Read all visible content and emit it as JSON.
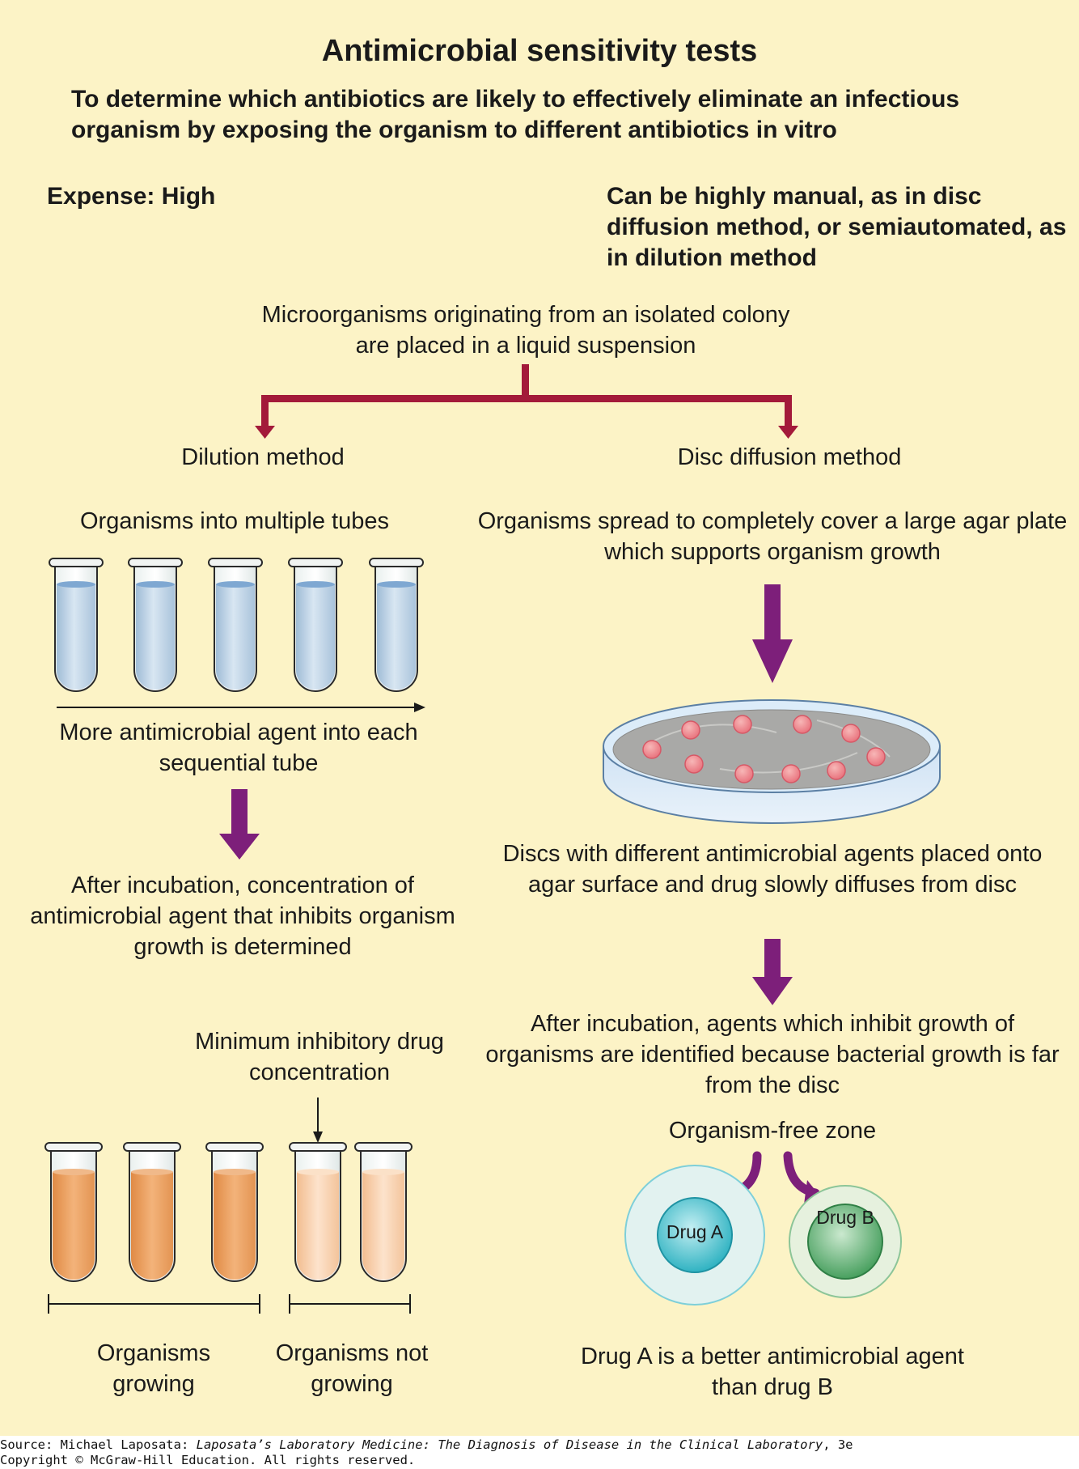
{
  "title": "Antimicrobial sensitivity tests",
  "subtitle": "To determine which antibiotics are likely to effectively eliminate an infectious organism by exposing the organism to different antibiotics in vitro",
  "expense": "Expense: High",
  "automation": "Can be highly manual, as in disc diffusion method, or semiautomated, as in dilution method",
  "start": "Microorganisms originating from an isolated colony are placed in a liquid suspension",
  "dilution": {
    "label": "Dilution method",
    "step1": "Organisms into multiple tubes",
    "step2": "More antimicrobial agent into each sequential tube",
    "step3": "After incubation, concentration of antimicrobial agent that inhibits organism growth is determined",
    "mic_label": "Minimum inhibitory drug concentration",
    "growing": "Organisms growing",
    "not_growing": "Organisms not growing"
  },
  "disc": {
    "label": "Disc diffusion method",
    "step1": "Organisms spread to completely cover a large agar plate which supports organism growth",
    "step3": "Discs with different antimicrobial agents placed onto agar surface and drug slowly diffuses from disc",
    "step4": "After incubation, agents which inhibit growth of organisms are identified because bacterial growth is far from the disc",
    "zone_label": "Organism-free zone",
    "drug_a": "Drug A",
    "drug_b": "Drug B",
    "conclusion": "Drug A is a better antimicrobial agent than drug B"
  },
  "footer": {
    "source_prefix": "Source: Michael Laposata: ",
    "source_title": "Laposata’s Laboratory Medicine: The Diagnosis of Disease in the Clinical Laboratory",
    "source_suffix": ", 3e",
    "copyright": "Copyright © McGraw-Hill Education. All rights reserved."
  },
  "colors": {
    "background": "#fcf3c6",
    "branch_arrow": "#a31a3a",
    "flow_arrow": "#7d1f7a",
    "tube_liquid": "#b8d0e6",
    "growth_liquid": "#e8a05e",
    "clear_liquid": "#f6caa2",
    "drug_a": "#2fb9c6",
    "drug_b": "#4fa665"
  }
}
